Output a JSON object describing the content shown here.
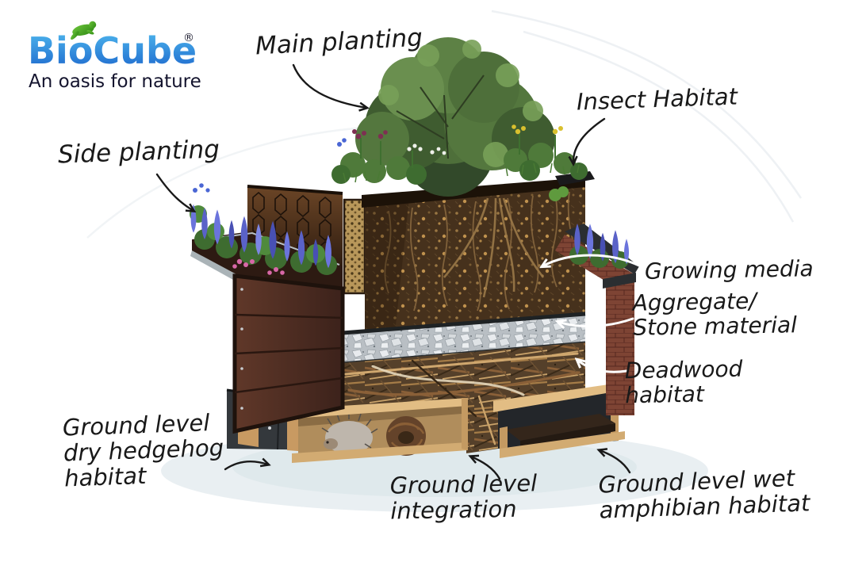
{
  "logo": {
    "brand": "BioCube",
    "registered": "®",
    "tagline": "An oasis for nature"
  },
  "annotations": {
    "main_planting": {
      "lines": [
        "Main planting"
      ]
    },
    "insect_habitat": {
      "lines": [
        "Insect Habitat"
      ]
    },
    "side_planting": {
      "lines": [
        "Side planting"
      ]
    },
    "growing_media": {
      "lines": [
        "Growing media"
      ]
    },
    "aggregate": {
      "lines": [
        "Aggregate/",
        "Stone material"
      ]
    },
    "deadwood": {
      "lines": [
        "Deadwood",
        "habitat"
      ]
    },
    "hedgehog": {
      "lines": [
        "Ground level",
        "dry hedgehog",
        "habitat"
      ]
    },
    "integration": {
      "lines": [
        "Ground level",
        "integration"
      ]
    },
    "amphibian": {
      "lines": [
        "Ground level wet",
        "amphibian habitat"
      ]
    }
  },
  "colors": {
    "brand_blue_light": "#4fb8ee",
    "brand_blue_dark": "#1c66cc",
    "frog_green": "#3fa31e",
    "label_ink": "#191919",
    "soil_brown": "#46311c",
    "stone_gray": "#c9ced2",
    "deadwood_brown": "#55402a",
    "wood_wall": "#4d2c22",
    "base_charcoal": "#34383c",
    "plywood_tan": "#d9b47d",
    "brick_red": "#7e4434",
    "lupine_blue": "#5a62c8",
    "foliage_green": "#4d6a38",
    "ground_shadow": "#e3ebee"
  }
}
